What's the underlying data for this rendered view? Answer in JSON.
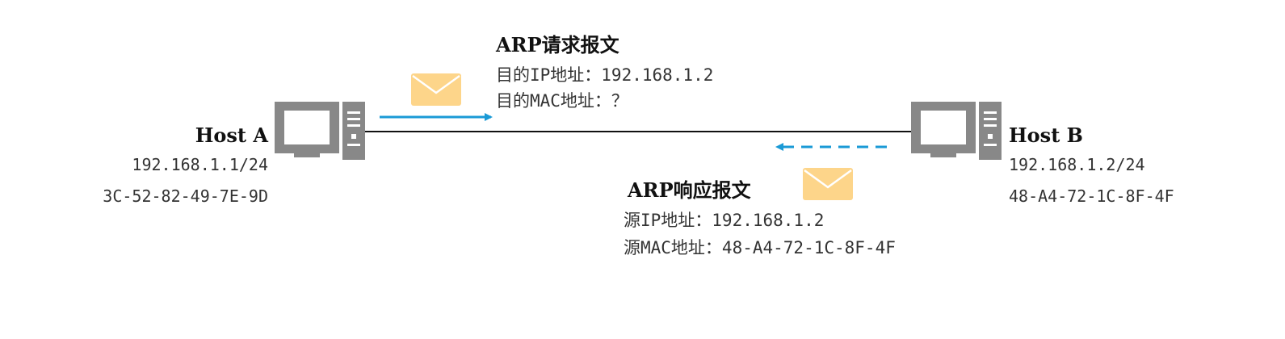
{
  "colors": {
    "device": "#888888",
    "link": "#111111",
    "arrow": "#1a9ad6",
    "envelope_fill": "#fdd58a",
    "envelope_stroke": "#ffffff"
  },
  "host_a": {
    "name": "Host A",
    "ip": "192.168.1.1/24",
    "mac": "3C-52-82-49-7E-9D",
    "icon": "computer-icon"
  },
  "host_b": {
    "name": "Host B",
    "ip": "192.168.1.2/24",
    "mac": "48-A4-72-1C-8F-4F",
    "icon": "computer-icon"
  },
  "arp_request": {
    "title": "ARP请求报文",
    "lines": [
      "目的IP地址：192.168.1.2",
      "目的MAC地址：？"
    ],
    "icon": "envelope-icon",
    "arrow": "solid-right"
  },
  "arp_reply": {
    "title": "ARP响应报文",
    "lines": [
      "源IP地址：192.168.1.2",
      "源MAC地址：48-A4-72-1C-8F-4F"
    ],
    "icon": "envelope-icon",
    "arrow": "dashed-left"
  }
}
